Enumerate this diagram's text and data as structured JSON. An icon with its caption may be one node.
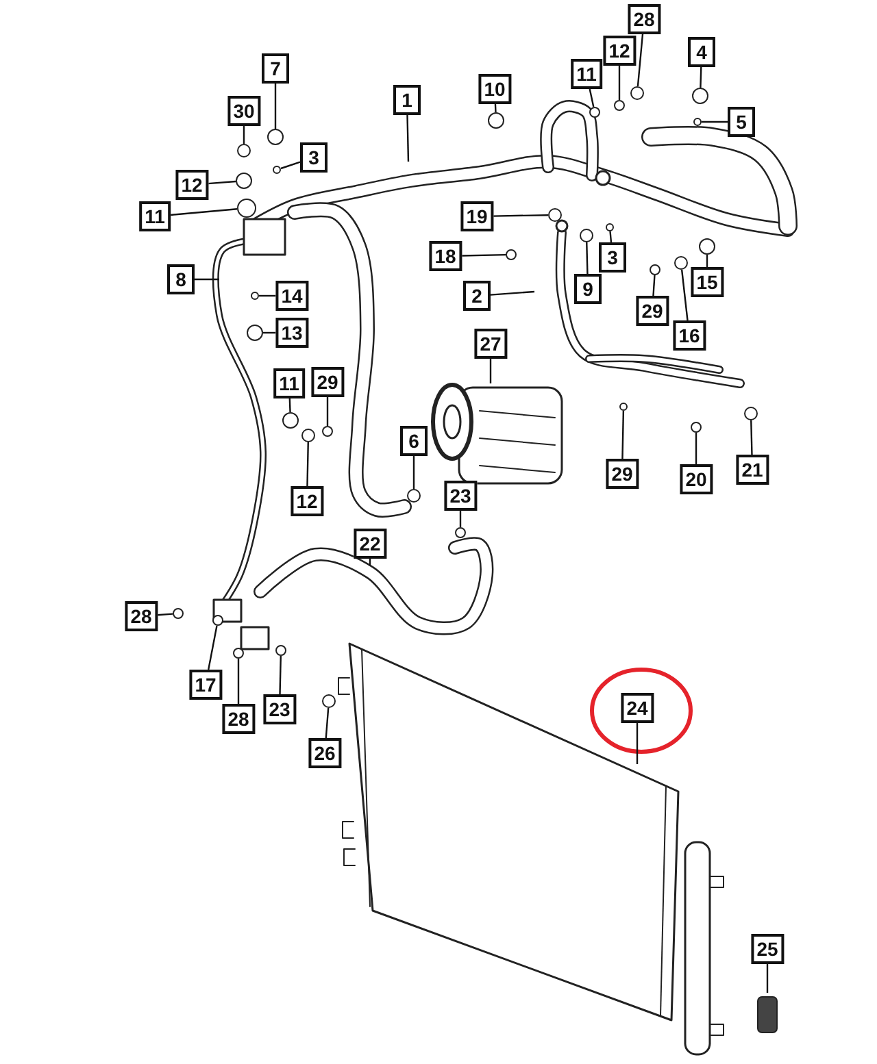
{
  "diagram": {
    "nodes": [
      {
        "text": [
          "28"
        ]
      },
      {
        "text": [
          "4"
        ]
      },
      {
        "text": [
          "7"
        ]
      },
      {
        "text": [
          "12"
        ]
      },
      {
        "text": [
          "11"
        ]
      },
      {
        "text": [
          "10"
        ]
      },
      {
        "text": [
          "1"
        ]
      },
      {
        "text": [
          "5"
        ]
      },
      {
        "text": [
          "30"
        ]
      },
      {
        "text": [
          "3"
        ]
      },
      {
        "text": [
          "12"
        ]
      },
      {
        "text": [
          "11"
        ]
      },
      {
        "text": [
          "19"
        ]
      },
      {
        "text": [
          "18"
        ]
      },
      {
        "text": [
          "3"
        ]
      },
      {
        "text": [
          "8"
        ]
      },
      {
        "text": [
          "9"
        ]
      },
      {
        "text": [
          "15"
        ]
      },
      {
        "text": [
          "14"
        ]
      },
      {
        "text": [
          "2"
        ]
      },
      {
        "text": [
          "29"
        ]
      },
      {
        "text": [
          "16"
        ]
      },
      {
        "text": [
          "13"
        ]
      },
      {
        "text": [
          "27"
        ]
      },
      {
        "text": [
          "11"
        ]
      },
      {
        "text": [
          "29"
        ]
      },
      {
        "text": [
          "6"
        ]
      },
      {
        "text": [
          "29"
        ]
      },
      {
        "text": [
          "20"
        ]
      },
      {
        "text": [
          "21"
        ]
      },
      {
        "text": [
          "12"
        ]
      },
      {
        "text": [
          "23"
        ]
      },
      {
        "text": [
          "22"
        ]
      },
      {
        "text": [
          "28"
        ]
      },
      {
        "text": [
          "17"
        ]
      },
      {
        "text": [
          "23"
        ]
      },
      {
        "text": [
          "28"
        ]
      },
      {
        "text": [
          "24"
        ]
      },
      {
        "text": [
          "26"
        ]
      },
      {
        "text": [
          "25"
        ]
      },
      {
        "text": [],
        "shape": "circle"
      },
      {
        "text": [],
        "shape": "circle"
      },
      {
        "text": [],
        "shape": "circle"
      },
      {
        "text": [],
        "shape": "circle"
      },
      {
        "text": [],
        "shape": "circle"
      },
      {
        "text": [],
        "shape": "circle"
      },
      {
        "text": [],
        "shape": "circle"
      },
      {
        "text": [],
        "shape": "circle"
      },
      {
        "text": [],
        "shape": "circle"
      },
      {
        "text": [],
        "shape": "circle"
      },
      {
        "text": [],
        "shape": "circle"
      },
      {
        "text": [],
        "shape": "circle"
      },
      {
        "text": [],
        "shape": "circle"
      },
      {
        "text": [],
        "shape": "circle"
      },
      {
        "text": [],
        "shape": "circle"
      },
      {
        "text": [],
        "shape": "circle"
      },
      {
        "text": [],
        "shape": "circle"
      },
      {
        "text": [],
        "shape": "circle"
      },
      {
        "text": [],
        "shape": "circle"
      },
      {
        "text": [],
        "shape": "circle"
      },
      {
        "text": [],
        "shape": "circle"
      },
      {
        "text": [],
        "shape": "circle"
      },
      {
        "text": [],
        "shape": "circle"
      },
      {
        "text": [],
        "shape": "circle"
      },
      {
        "text": [],
        "shape": "circle"
      },
      {
        "text": [],
        "shape": "circle"
      },
      {
        "text": [],
        "shape": "circle"
      },
      {
        "text": [],
        "shape": "circle"
      },
      {
        "text": [],
        "shape": "circle"
      },
      {
        "text": [],
        "shape": "circle"
      },
      {
        "text": [],
        "shape": "circle"
      },
      {
        "text": [],
        "shape": "circle"
      },
      {
        "text": [],
        "shape": "circle"
      }
    ],
    "edges": [
      {
        "from": 0,
        "to": 40,
        "arrow": "none"
      },
      {
        "from": 1,
        "to": 41,
        "arrow": "none"
      },
      {
        "from": 2,
        "to": 46,
        "arrow": "none"
      },
      {
        "from": 3,
        "to": 42,
        "arrow": "none"
      },
      {
        "from": 4,
        "to": 43,
        "arrow": "none"
      },
      {
        "from": 5,
        "to": 44,
        "arrow": "none"
      },
      {
        "from": 6,
        "to": null,
        "arrow": "none"
      },
      {
        "from": 7,
        "to": 45,
        "arrow": "none"
      },
      {
        "from": 8,
        "to": 47,
        "arrow": "none"
      },
      {
        "from": 9,
        "to": 48,
        "arrow": "none"
      },
      {
        "from": 10,
        "to": 49,
        "arrow": "none"
      },
      {
        "from": 11,
        "to": 50,
        "arrow": "none"
      },
      {
        "from": 12,
        "to": 51,
        "arrow": "none"
      },
      {
        "from": 13,
        "to": 55,
        "arrow": "none"
      },
      {
        "from": 14,
        "to": 52,
        "arrow": "none"
      },
      {
        "from": 15,
        "to": null,
        "arrow": "none"
      },
      {
        "from": 16,
        "to": 53,
        "arrow": "none"
      },
      {
        "from": 17,
        "to": 54,
        "arrow": "none"
      },
      {
        "from": 18,
        "to": 58,
        "arrow": "none"
      },
      {
        "from": 19,
        "to": null,
        "arrow": "none"
      },
      {
        "from": 20,
        "to": 57,
        "arrow": "none"
      },
      {
        "from": 21,
        "to": 56,
        "arrow": "none"
      },
      {
        "from": 22,
        "to": 59,
        "arrow": "none"
      },
      {
        "from": 23,
        "to": null,
        "arrow": "none"
      },
      {
        "from": 24,
        "to": 62,
        "arrow": "none"
      },
      {
        "from": 25,
        "to": 64,
        "arrow": "none"
      },
      {
        "from": 26,
        "to": 66,
        "arrow": "none"
      },
      {
        "from": 27,
        "to": 60,
        "arrow": "none"
      },
      {
        "from": 28,
        "to": 63,
        "arrow": "none"
      },
      {
        "from": 29,
        "to": 61,
        "arrow": "none"
      },
      {
        "from": 30,
        "to": 65,
        "arrow": "none"
      },
      {
        "from": 31,
        "to": 67,
        "arrow": "none"
      },
      {
        "from": 32,
        "to": null,
        "arrow": "none"
      },
      {
        "from": 33,
        "to": 68,
        "arrow": "none"
      },
      {
        "from": 34,
        "to": 69,
        "arrow": "none"
      },
      {
        "from": 35,
        "to": 70,
        "arrow": "none"
      },
      {
        "from": 36,
        "to": 71,
        "arrow": "none"
      },
      {
        "from": 37,
        "to": null,
        "arrow": "none"
      },
      {
        "from": 38,
        "to": 72,
        "arrow": "none"
      },
      {
        "from": 39,
        "to": null,
        "arrow": "none"
      }
    ]
  }
}
